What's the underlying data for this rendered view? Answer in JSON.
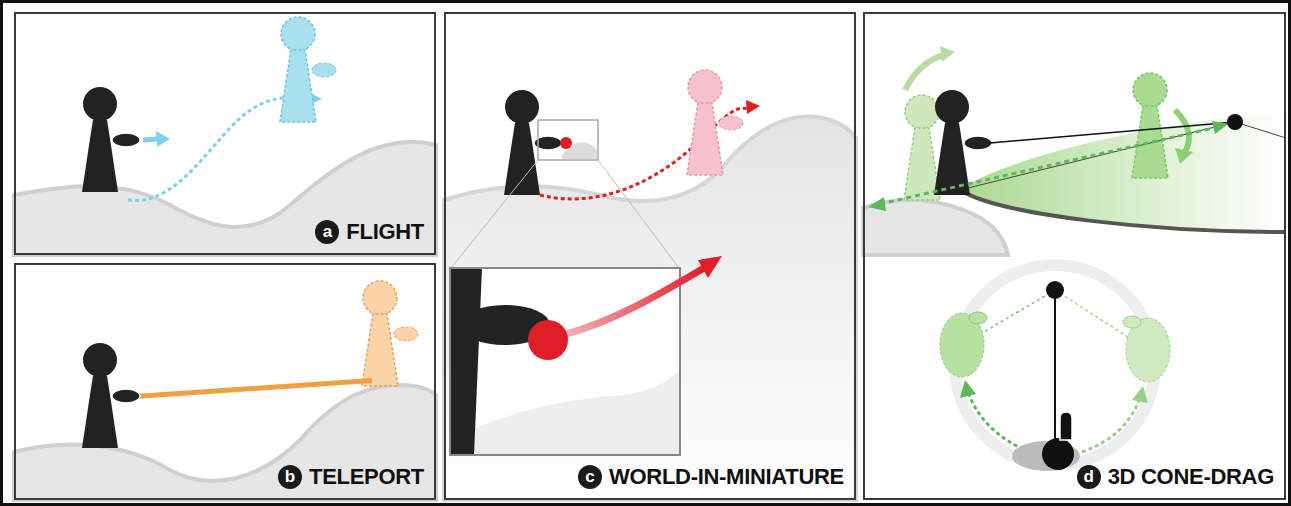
{
  "diagram": {
    "nodes": [
      {
        "text": [
          "FLIGHT"
        ]
      },
      {
        "text": [
          "a"
        ],
        "in": 0
      },
      {
        "text": [
          "TELEPORT"
        ]
      },
      {
        "text": [
          "b"
        ],
        "in": 2
      },
      {
        "text": [
          "WORLD-IN-MINIATURE"
        ]
      },
      {
        "text": [
          "c"
        ],
        "in": 4
      },
      {
        "text": [
          "3D CONE-DRAG"
        ]
      },
      {
        "text": [
          "d"
        ],
        "in": 6
      }
    ]
  }
}
